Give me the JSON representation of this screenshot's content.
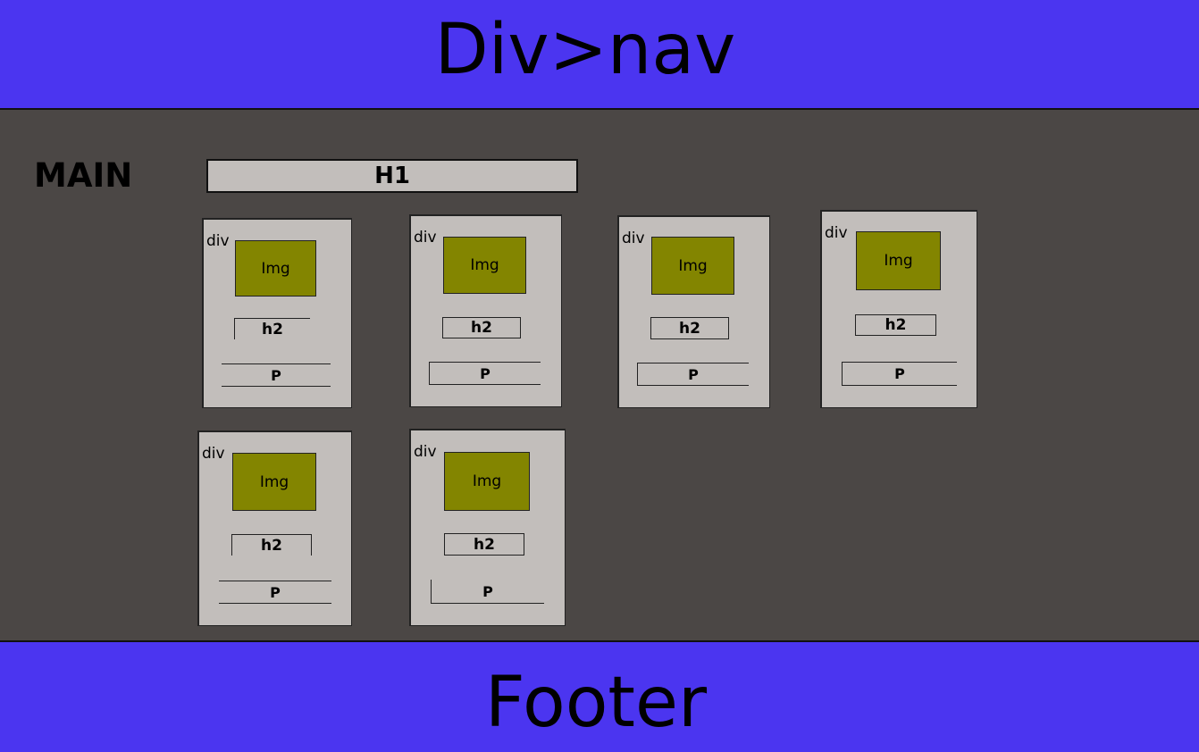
{
  "header": {
    "title": "Div>nav"
  },
  "main": {
    "label": "MAIN",
    "heading": "H1",
    "cards": [
      {
        "label": "div",
        "img": "Img",
        "h2": "h2",
        "p": "P"
      },
      {
        "label": "div",
        "img": "Img",
        "h2": "h2",
        "p": "P"
      },
      {
        "label": "div",
        "img": "Img",
        "h2": "h2",
        "p": "P"
      },
      {
        "label": "div",
        "img": "Img",
        "h2": "h2",
        "p": "P"
      },
      {
        "label": "div",
        "img": "Img",
        "h2": "h2",
        "p": "P"
      },
      {
        "label": "div",
        "img": "Img",
        "h2": "h2",
        "p": "P"
      }
    ]
  },
  "footer": {
    "title": "Footer"
  },
  "colors": {
    "header_bg": "#4b35f0",
    "main_bg": "#4b4745",
    "card_bg": "#c2bebb",
    "img_bg": "#838500"
  }
}
